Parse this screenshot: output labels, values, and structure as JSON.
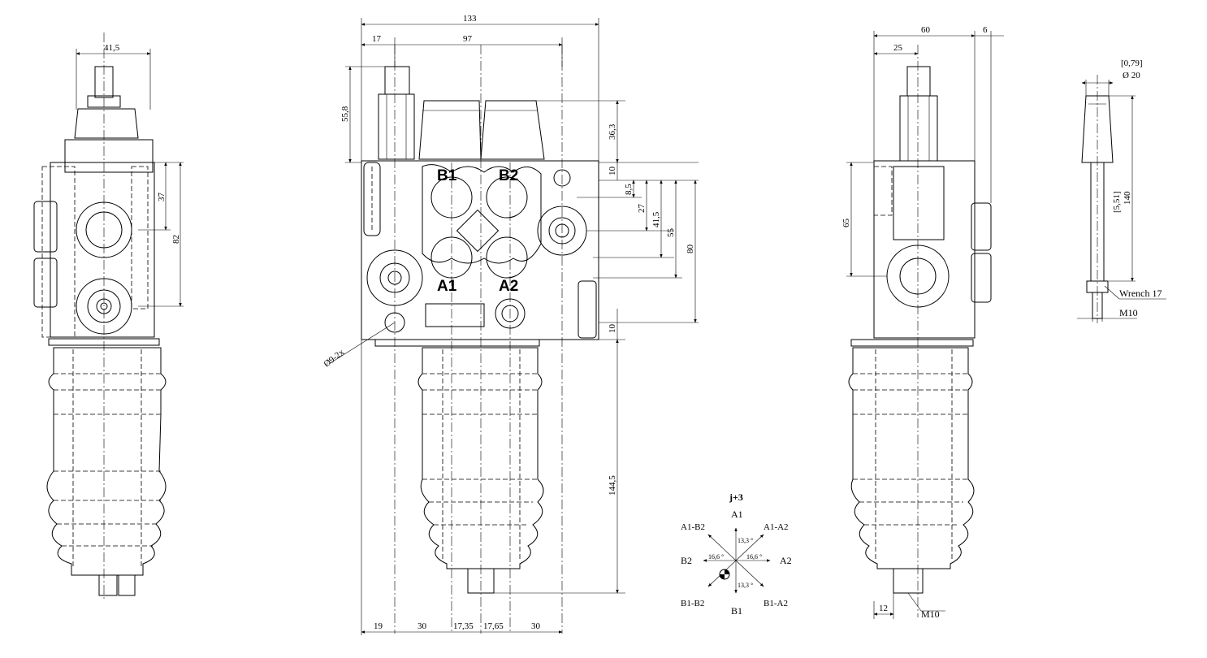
{
  "drawing": {
    "front_view": {
      "ports": [
        "B1",
        "B2",
        "A1",
        "A2"
      ],
      "dimensions": {
        "overall_width": "133",
        "offset_left": "17",
        "lever_spacing": "97",
        "lever_height": "55,8",
        "top_height": "36,3",
        "right_10_top": "10",
        "right_8_5": "8,5",
        "right_27": "27",
        "right_41_5": "41,5",
        "right_55": "55",
        "right_80": "80",
        "right_10_bottom": "10",
        "boot_length": "144,5",
        "hole": "Ø9-2x",
        "bottom": [
          "19",
          "30",
          "17,35",
          "17,65",
          "30"
        ]
      }
    },
    "left_view": {
      "width": "41,5",
      "dim_37": "37",
      "dim_82": "82"
    },
    "right_view": {
      "dim_60": "60",
      "dim_6": "6",
      "dim_25": "25",
      "dim_65": "65",
      "dim_12": "12",
      "thread": "M10"
    },
    "lever": {
      "dim_bracket": "[0,79]",
      "diameter": "Ø 20",
      "length": "140",
      "length_in": "[5,51]",
      "wrench": "Wrench 17",
      "thread": "M10"
    },
    "joystick_diagram": {
      "title": "j+3",
      "labels": {
        "a1": "A1",
        "b1": "B1",
        "a2": "A2",
        "b2": "B2",
        "a1b2": "A1-B2",
        "a1a2": "A1-A2",
        "b1b2": "B1-B2",
        "b1a2": "B1-A2"
      },
      "angles": {
        "top": "13,3 °",
        "bottom": "13,3 °",
        "left": "16,6 °",
        "right": "16,6 °"
      }
    }
  }
}
